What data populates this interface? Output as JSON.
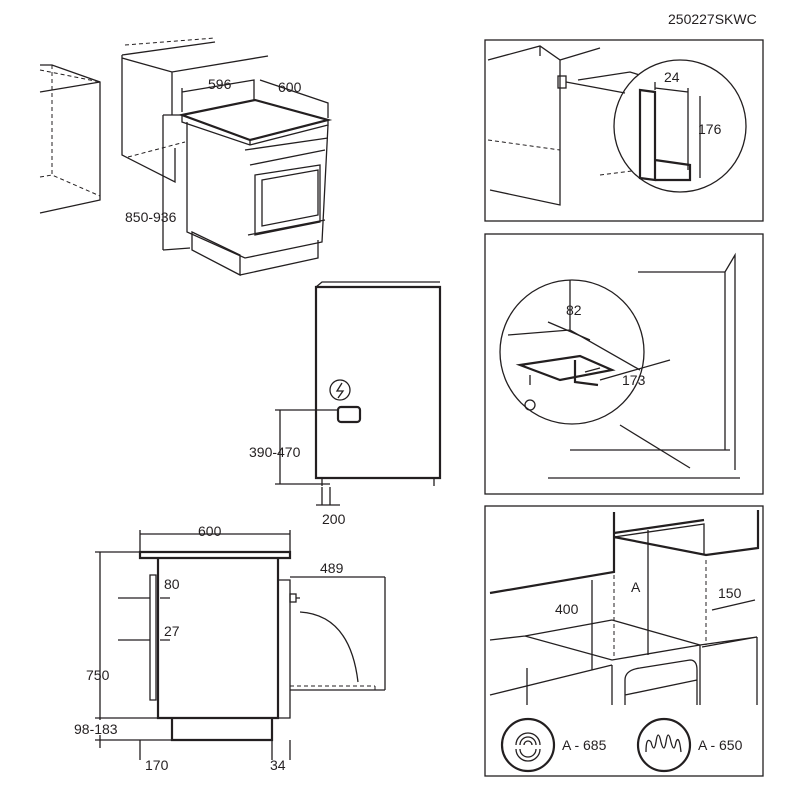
{
  "document_code": "250227SKWC",
  "panel_cabinet": {
    "width": "596",
    "depth": "600",
    "height": "850-936"
  },
  "panel_socket": {
    "socket_height": "390-470",
    "socket_offset": "200"
  },
  "panel_side": {
    "width": "600",
    "door_depth": "489",
    "handle_a": "80",
    "handle_b": "27",
    "height": "750",
    "plinth": "98-183",
    "bottom_offset": "170",
    "rear_gap": "34"
  },
  "panel_bracket": {
    "bracket_width": "24",
    "bracket_height": "176"
  },
  "panel_antitilt": {
    "bracket_length": "82",
    "bracket_offset": "173"
  },
  "panel_clearance": {
    "min_height": "400",
    "variable_label": "A",
    "side_gap": "150",
    "gas_hob": "A - 685",
    "electric_hob": "A - 650"
  }
}
